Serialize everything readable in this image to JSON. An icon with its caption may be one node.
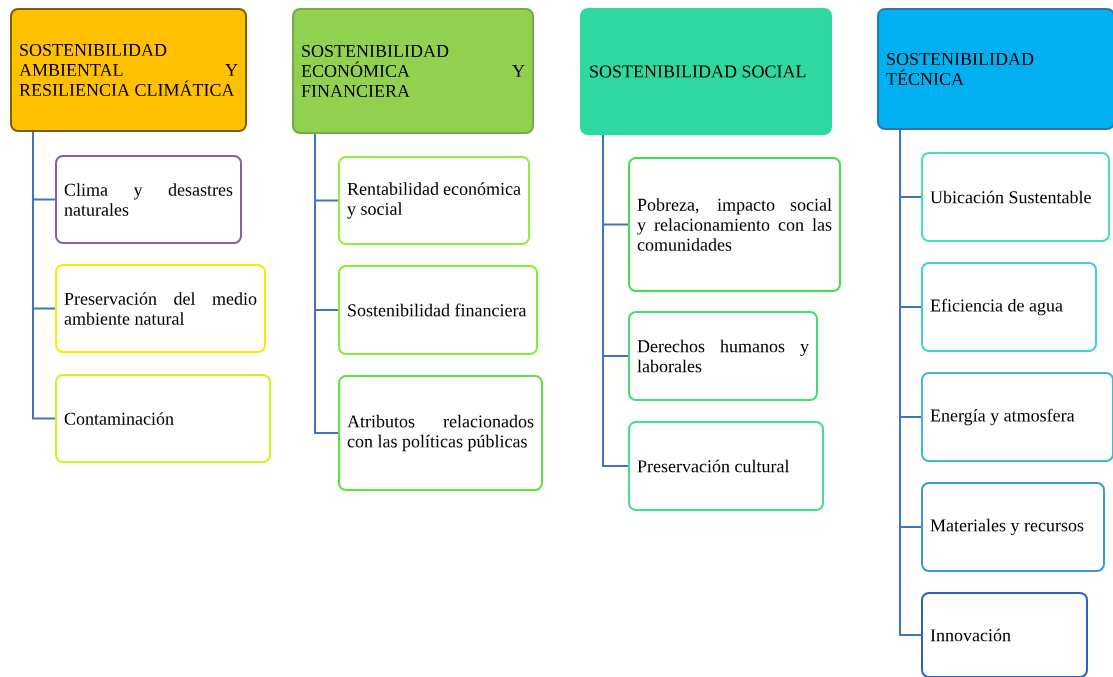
{
  "diagram": {
    "nodes": [
      {
        "text": [
          "SOSTENIBILIDAD AMBIENTAL Y RESILIENCIA CLIMÁTICA"
        ]
      },
      {
        "text": [
          "SOSTENIBILIDAD ECONÓMICA Y FINANCIERA"
        ]
      },
      {
        "text": [
          "SOSTENIBILIDAD SOCIAL"
        ]
      },
      {
        "text": [
          "SOSTENIBILIDAD TÉCNICA"
        ]
      },
      {
        "text": [
          "Clima y desastres naturales"
        ]
      },
      {
        "text": [
          "Preservación del medio ambiente natural"
        ]
      },
      {
        "text": [
          "Contaminación"
        ]
      },
      {
        "text": [
          "Rentabilidad económica y social"
        ]
      },
      {
        "text": [
          "Sostenibilidad financiera"
        ]
      },
      {
        "text": [
          "Atributos relacionados con las políticas públicas"
        ]
      },
      {
        "text": [
          "Pobreza, impacto social y relacionamiento con las comunidades"
        ]
      },
      {
        "text": [
          "Derechos humanos y laborales"
        ]
      },
      {
        "text": [
          "Preservación cultural"
        ]
      },
      {
        "text": [
          "Ubicación Sustentable"
        ]
      },
      {
        "text": [
          "Eficiencia de agua"
        ]
      },
      {
        "text": [
          "Energía y atmosfera"
        ]
      },
      {
        "text": [
          "Materiales y recursos"
        ]
      },
      {
        "text": [
          "Innovación"
        ]
      }
    ],
    "edges": [
      {
        "from": 0,
        "to": 4,
        "arrow": "none"
      },
      {
        "from": 0,
        "to": 5,
        "arrow": "none"
      },
      {
        "from": 0,
        "to": 6,
        "arrow": "none"
      },
      {
        "from": 1,
        "to": 7,
        "arrow": "none"
      },
      {
        "from": 1,
        "to": 8,
        "arrow": "none"
      },
      {
        "from": 1,
        "to": 9,
        "arrow": "none"
      },
      {
        "from": 2,
        "to": 10,
        "arrow": "none"
      },
      {
        "from": 2,
        "to": 11,
        "arrow": "none"
      },
      {
        "from": 2,
        "to": 12,
        "arrow": "none"
      },
      {
        "from": 3,
        "to": 13,
        "arrow": "none"
      },
      {
        "from": 3,
        "to": 14,
        "arrow": "none"
      },
      {
        "from": 3,
        "to": 15,
        "arrow": "none"
      },
      {
        "from": 3,
        "to": 16,
        "arrow": "none"
      },
      {
        "from": 3,
        "to": 17,
        "arrow": "none"
      }
    ]
  }
}
